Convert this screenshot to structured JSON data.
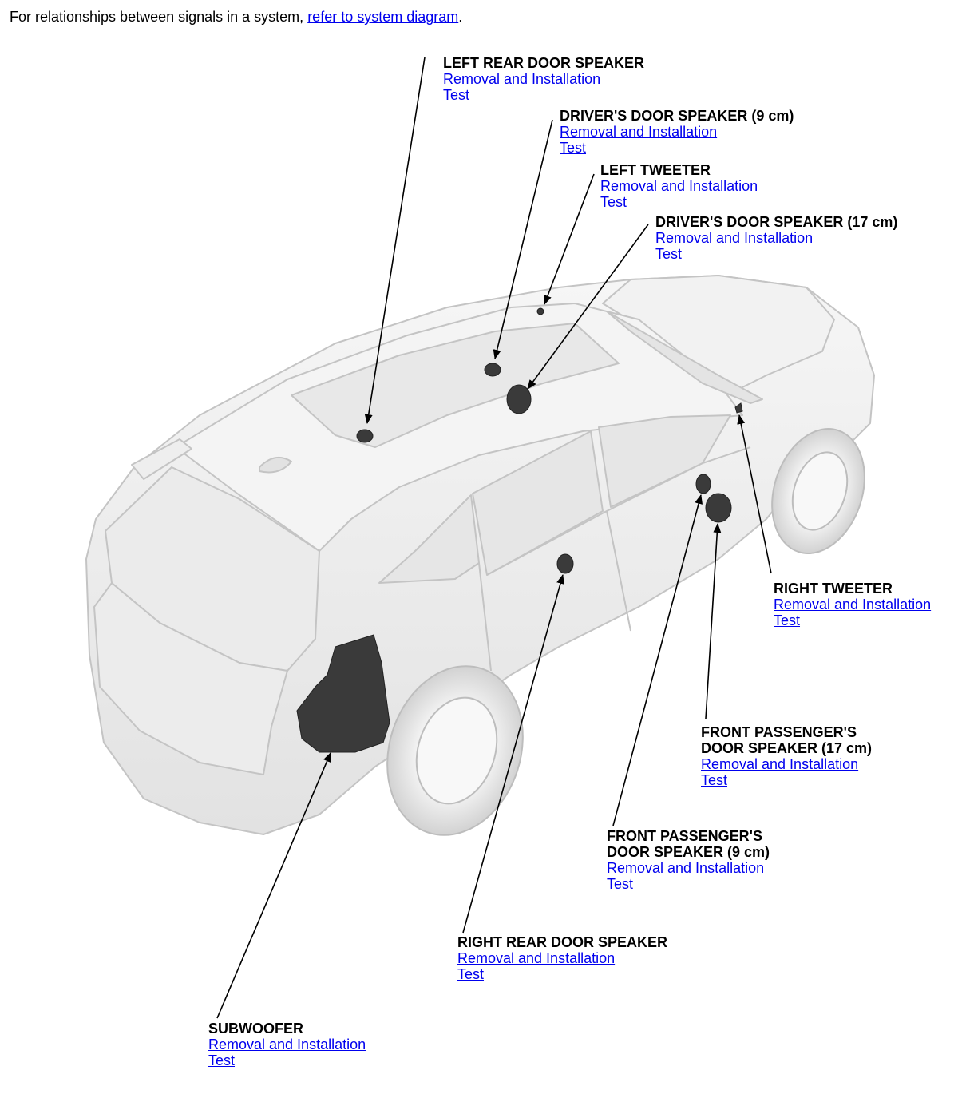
{
  "intro": {
    "text": "For relationships between signals in a system, ",
    "link": "refer to system diagram",
    "suffix": "."
  },
  "colors": {
    "link": "#0000ee",
    "speaker": "#3a3a3a",
    "car_body": "#efefef",
    "car_outline": "#c8c8c8"
  },
  "callouts": [
    {
      "id": "left-rear-door-speaker",
      "title": "LEFT REAR DOOR SPEAKER",
      "link1": "Removal and Installation",
      "link2": "Test"
    },
    {
      "id": "drivers-door-speaker-9",
      "title": "DRIVER'S DOOR SPEAKER (9 cm)",
      "link1": "Removal and Installation",
      "link2": "Test"
    },
    {
      "id": "left-tweeter",
      "title": "LEFT TWEETER",
      "link1": "Removal and Installation",
      "link2": "Test"
    },
    {
      "id": "drivers-door-speaker-17",
      "title": "DRIVER'S DOOR SPEAKER (17 cm)",
      "link1": "Removal and Installation",
      "link2": "Test"
    },
    {
      "id": "right-tweeter",
      "title": "RIGHT TWEETER",
      "link1": "Removal and Installation",
      "link2": "Test"
    },
    {
      "id": "front-passenger-door-speaker-17",
      "title": "FRONT PASSENGER'S\nDOOR SPEAKER (17 cm)",
      "link1": "Removal and Installation",
      "link2": "Test"
    },
    {
      "id": "front-passenger-door-speaker-9",
      "title": "FRONT PASSENGER'S\nDOOR SPEAKER (9 cm)",
      "link1": "Removal and Installation",
      "link2": "Test"
    },
    {
      "id": "right-rear-door-speaker",
      "title": "RIGHT REAR DOOR SPEAKER",
      "link1": "Removal and Installation",
      "link2": "Test"
    },
    {
      "id": "subwoofer",
      "title": "SUBWOOFER",
      "link1": "Removal and Installation",
      "link2": "Test"
    }
  ]
}
